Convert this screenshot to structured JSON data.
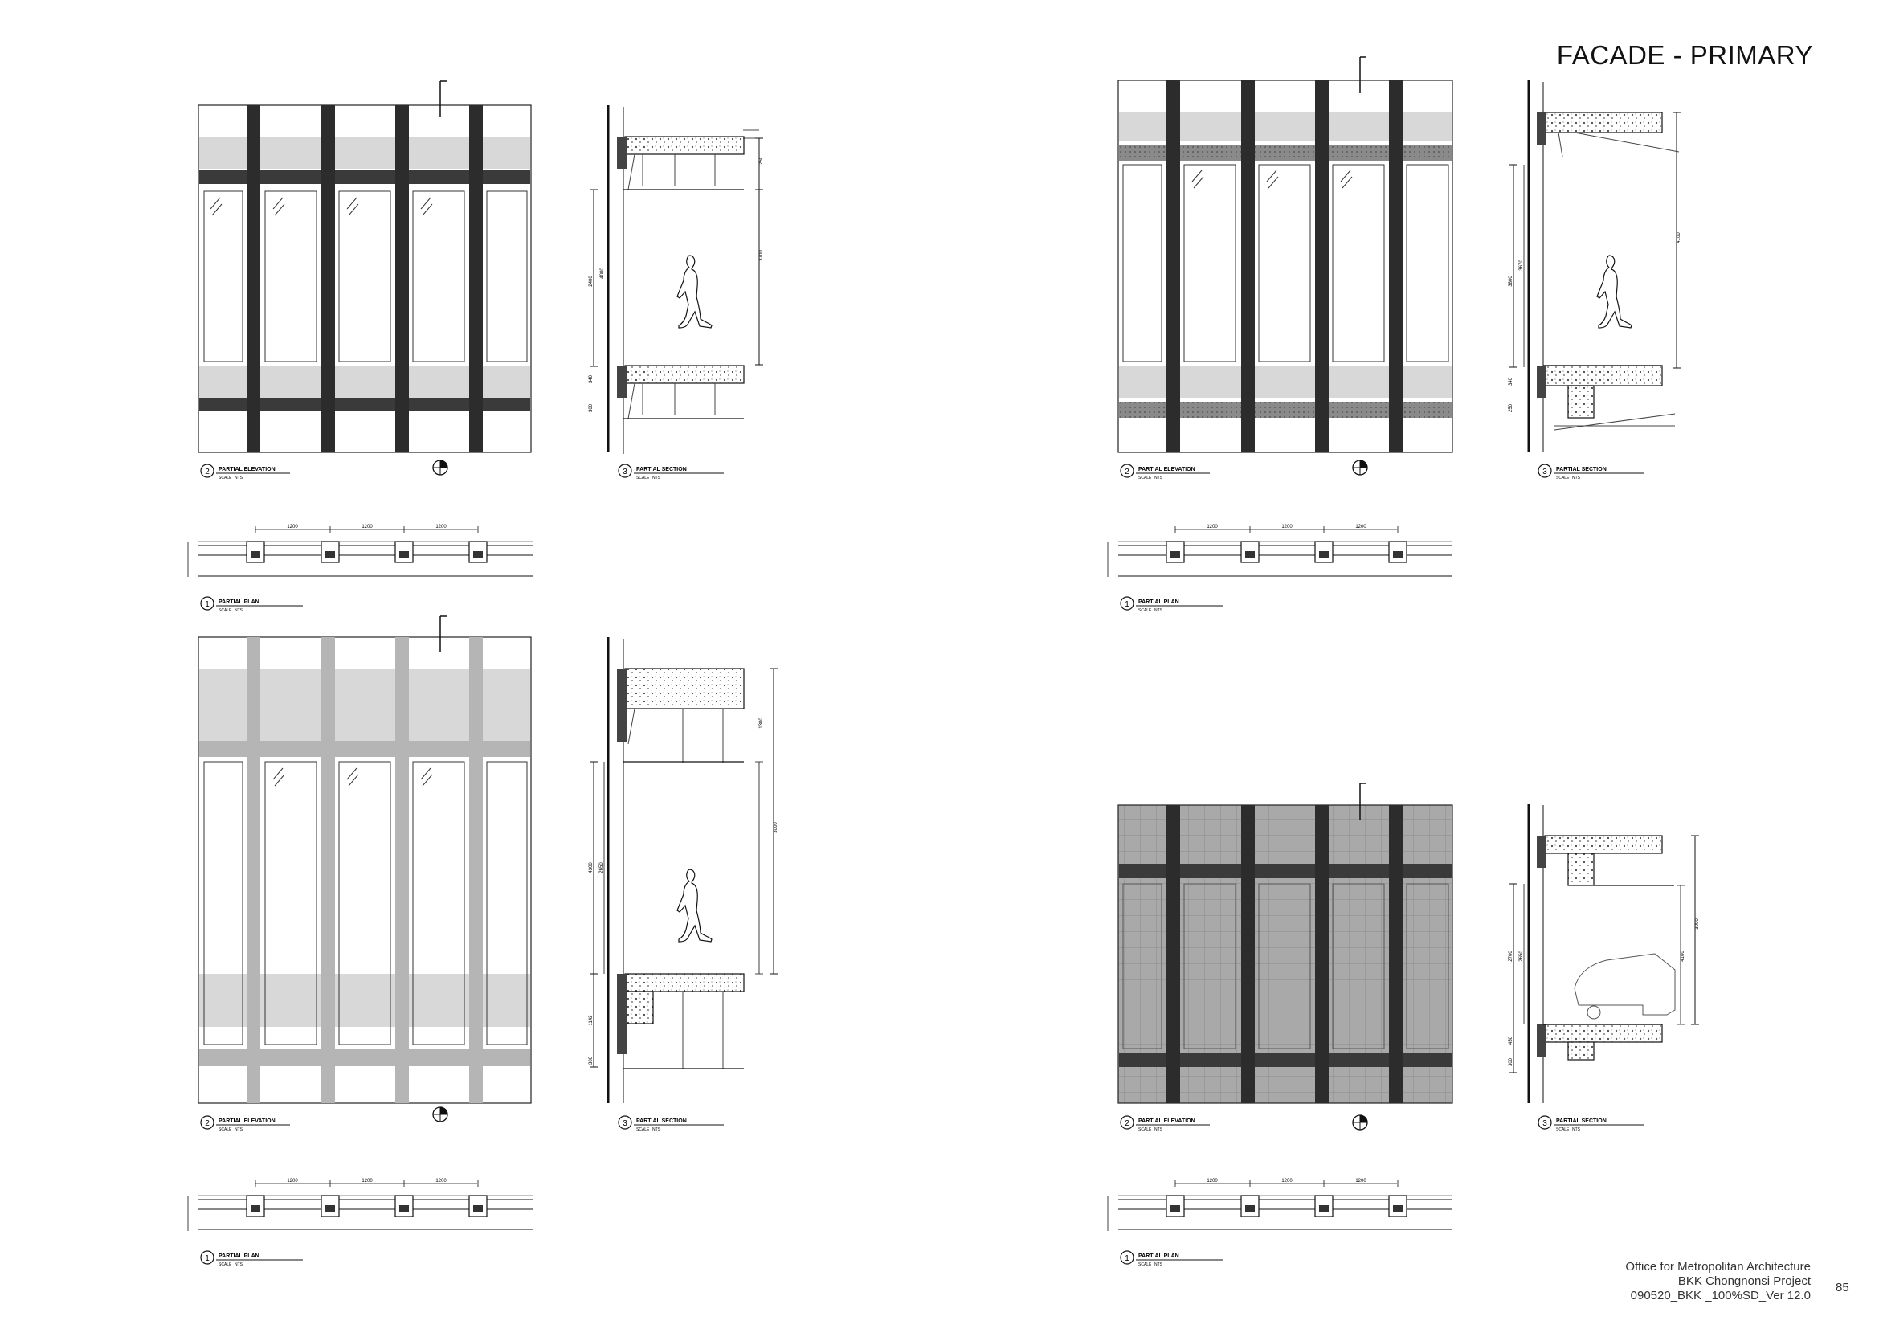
{
  "sheet": {
    "title": "FACADE - PRIMARY",
    "footer": {
      "line1": "Office for Metropolitan Architecture",
      "line2": "BKK Chongnonsi Project",
      "line3": "090520_BKK _100%SD_Ver 12.0"
    },
    "page_number": "85"
  },
  "drawings": [
    {
      "id": "option-a",
      "elevation": {
        "num": "2",
        "title": "PARTIAL ELEVATION",
        "scale_label": "SCALE",
        "scale_value": "NTS"
      },
      "section": {
        "num": "3",
        "title": "PARTIAL SECTION",
        "scale_label": "SCALE",
        "scale_value": "NTS",
        "dims": [
          "3700",
          "2400",
          "4000",
          "250",
          "300",
          "340"
        ]
      },
      "plan": {
        "num": "1",
        "title": "PARTIAL PLAN",
        "scale_label": "SCALE",
        "scale_value": "NTS",
        "dims": [
          "1200",
          "1200",
          "1200"
        ]
      }
    },
    {
      "id": "option-b",
      "elevation": {
        "num": "2",
        "title": "PARTIAL ELEVATION",
        "scale_label": "SCALE",
        "scale_value": "NTS"
      },
      "section": {
        "num": "3",
        "title": "PARTIAL SECTION",
        "scale_label": "SCALE",
        "scale_value": "NTS",
        "dims": [
          "4100",
          "3670",
          "3800",
          "340",
          "250"
        ]
      },
      "plan": {
        "num": "1",
        "title": "PARTIAL PLAN",
        "scale_label": "SCALE",
        "scale_value": "NTS",
        "dims": [
          "1200",
          "1200",
          "1200"
        ]
      }
    },
    {
      "id": "option-c",
      "elevation": {
        "num": "2",
        "title": "PARTIAL ELEVATION",
        "scale_label": "SCALE",
        "scale_value": "NTS"
      },
      "section": {
        "num": "3",
        "title": "PARTIAL SECTION",
        "scale_label": "SCALE",
        "scale_value": "NTS",
        "dims": [
          "3000",
          "2650",
          "4300",
          "1142",
          "300",
          "1300"
        ]
      },
      "plan": {
        "num": "1",
        "title": "PARTIAL PLAN",
        "scale_label": "SCALE",
        "scale_value": "NTS",
        "dims": [
          "1200",
          "1200",
          "1200"
        ]
      }
    },
    {
      "id": "option-d",
      "elevation": {
        "num": "2",
        "title": "PARTIAL ELEVATION",
        "scale_label": "SCALE",
        "scale_value": "NTS"
      },
      "section": {
        "num": "3",
        "title": "PARTIAL SECTION",
        "scale_label": "SCALE",
        "scale_value": "NTS",
        "dims": [
          "3000",
          "2700",
          "2650",
          "4100",
          "450",
          "300"
        ]
      },
      "plan": {
        "num": "1",
        "title": "PARTIAL PLAN",
        "scale_label": "SCALE",
        "scale_value": "NTS",
        "dims": [
          "1200",
          "1200",
          "1200"
        ]
      }
    }
  ]
}
